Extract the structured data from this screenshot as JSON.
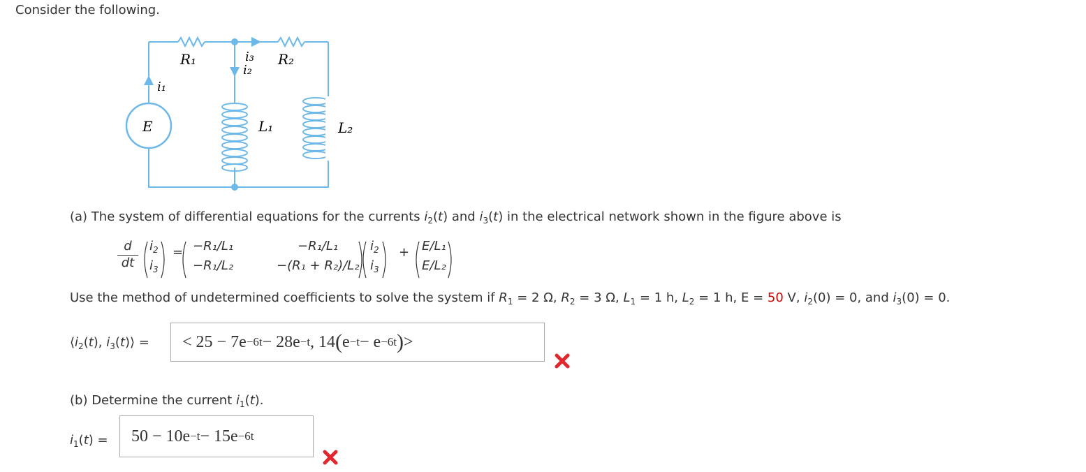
{
  "intro": "Consider the following.",
  "circuit": {
    "labels": {
      "R1": "R₁",
      "R2": "R₂",
      "i1": "i₁",
      "i2": "i₂",
      "i3": "i₃",
      "E": "E",
      "L1": "L₁",
      "L2": "L₂"
    },
    "wire_color": "#6cb8e8"
  },
  "part_a": {
    "prompt_prefix": "(a) The system of differential equations for the currents ",
    "prompt_suffix": " in the electrical network shown in the figure above is",
    "matrix": {
      "d": "d",
      "dt": "dt",
      "eq": "=",
      "plus": "+",
      "m11": "−R₁/L₁",
      "m12": "−R₁/L₁",
      "m21": "−R₁/L₂",
      "m22": "−(R₁ + R₂)/L₂",
      "v1": "E/L₁",
      "v2": "E/L₂"
    },
    "instruction_prefix": "Use the method of undetermined coefficients to solve the system if ",
    "conditions": {
      "R1": "= 2 Ω,",
      "R2": "= 3 Ω,",
      "L1": "= 1 h,",
      "L2": "= 1 h,",
      "E_label": "E =",
      "E_value": "50",
      "E_unit": "V,",
      "i2_0": "= 0, and",
      "i3_0": "= 0."
    },
    "answer_label_eq": "=",
    "answer": {
      "open": "< 25 − 7e",
      "exp1": "−6t",
      "mid": " − 28e",
      "exp2": "−t",
      "comma": ", 14",
      "e1": "e",
      "exp3": "−t",
      "minus": " − e",
      "exp4": "−6t",
      "close": " >"
    }
  },
  "part_b": {
    "prompt": "(b) Determine the current ",
    "label_eq": "=",
    "answer": {
      "a": "50 − 10e",
      "exp1": "−t",
      "b": " − 15e",
      "exp2": "−6t"
    }
  },
  "colors": {
    "accent_red": "#d00000",
    "wrong_red": "#e0282e"
  }
}
